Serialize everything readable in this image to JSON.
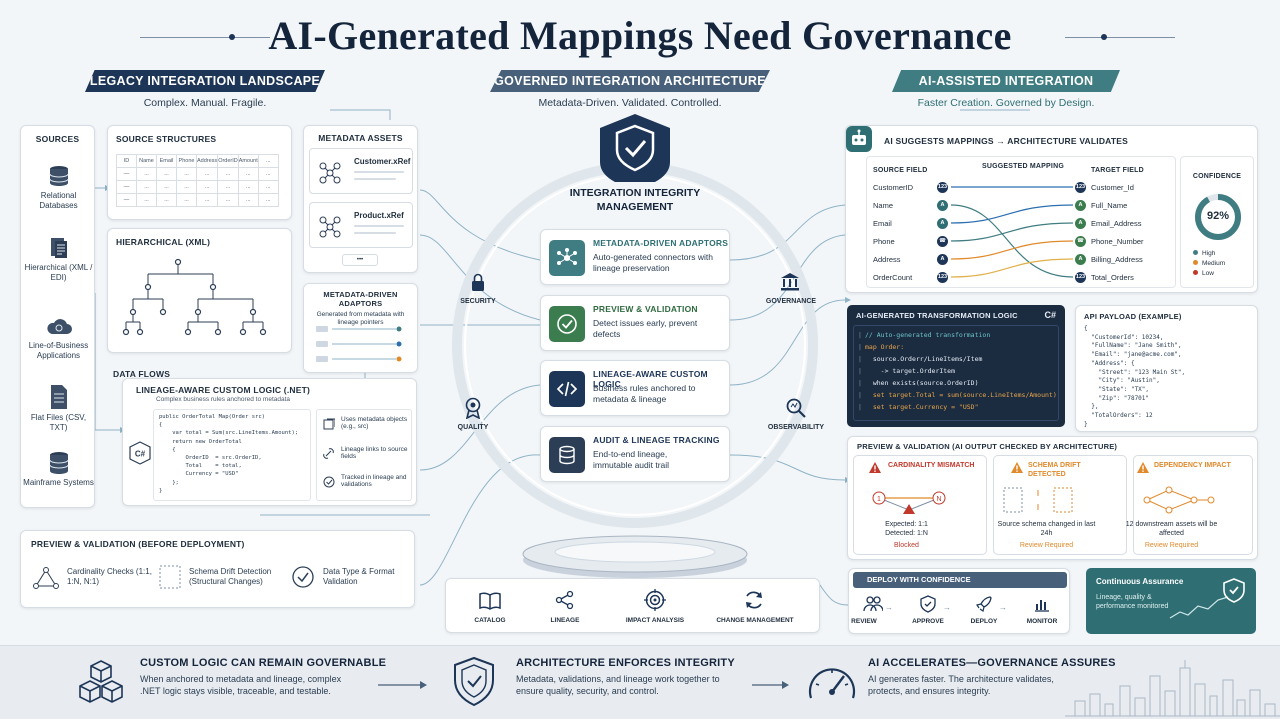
{
  "title": "AI-Generated Mappings Need Governance",
  "colors": {
    "navy": "#1d3557",
    "slate": "#48607a",
    "teal": "#3f7d82",
    "green": "#3b7d4f",
    "red": "#c0392b",
    "orange": "#e08a2c"
  },
  "left": {
    "heading": "LEGACY INTEGRATION LANDSCAPE",
    "subheading": "Complex. Manual. Fragile.",
    "sources": {
      "title": "SOURCES",
      "items": [
        {
          "label": "Relational Databases",
          "icon": "database-icon"
        },
        {
          "label": "Hierarchical (XML / EDI)",
          "icon": "document-icon"
        },
        {
          "label": "Line-of-Business Applications",
          "icon": "cloud-icon"
        },
        {
          "label": "Flat Files (CSV, TXT)",
          "icon": "file-icon"
        },
        {
          "label": "Mainframe Systems",
          "icon": "server-icon"
        }
      ]
    },
    "source_structures": {
      "title": "SOURCE STRUCTURES",
      "columns": [
        "ID",
        "Name",
        "Email",
        "Phone",
        "Address",
        "OrderID",
        "Amount",
        "..."
      ],
      "cell": "...",
      "dash": "—"
    },
    "hierarchical_title": "HIERARCHICAL (XML)",
    "metadata_assets": {
      "title": "METADATA ASSETS",
      "items": [
        "Customer.xRef",
        "Product.xRef"
      ],
      "more": "•••"
    },
    "metadata_adaptors": {
      "title": "METADATA-DRIVEN ADAPTORS",
      "desc": "Generated from metadata with lineage pointers"
    },
    "data_flows_title": "DATA FLOWS",
    "custom_logic": {
      "title": "LINEAGE-AWARE CUSTOM LOGIC (.NET)",
      "subtitle": "Complex business rules anchored to metadata",
      "lang": "C#",
      "code": [
        "public OrderTotal Map(Order src)",
        "{",
        "    var total = Sum(src.LineItems.Amount);",
        "    return new OrderTotal",
        "    {",
        "        OrderID  = src.OrderID,",
        "        Total    = total,",
        "        Currency = \"USD\"",
        "    };",
        "}"
      ],
      "notes": [
        "Uses metadata objects (e.g., src)",
        "Lineage links to source fields",
        "Tracked in lineage and validations"
      ]
    },
    "preview": {
      "title": "PREVIEW & VALIDATION (BEFORE DEPLOYMENT)",
      "items": [
        "Cardinality Checks (1:1, 1:N, N:1)",
        "Schema Drift Detection (Structural Changes)",
        "Data Type & Format Validation"
      ]
    }
  },
  "middle": {
    "heading": "GOVERNED INTEGRATION ARCHITECTURE",
    "subheading": "Metadata-Driven. Validated. Controlled.",
    "hub_title": "INTEGRATION INTEGRITY MANAGEMENT",
    "boxes": [
      {
        "title": "METADATA-DRIVEN ADAPTORS",
        "desc": "Auto-generated connectors with lineage preservation"
      },
      {
        "title": "PREVIEW & VALIDATION",
        "desc": "Detect issues early, prevent defects"
      },
      {
        "title": "LINEAGE-AWARE CUSTOM LOGIC",
        "desc": "Business rules anchored to metadata & lineage"
      },
      {
        "title": "AUDIT & LINEAGE TRACKING",
        "desc": "End-to-end lineage, immutable audit trail"
      }
    ],
    "side_labels": [
      "SECURITY",
      "GOVERNANCE",
      "QUALITY",
      "OBSERVABILITY"
    ],
    "bottom": [
      "CATALOG",
      "LINEAGE",
      "IMPACT ANALYSIS",
      "CHANGE MANAGEMENT"
    ]
  },
  "right": {
    "heading": "AI-ASSISTED INTEGRATION",
    "subheading": "Faster Creation. Governed by Design.",
    "suggest": {
      "title": "AI SUGGESTS MAPPINGS → ARCHITECTURE VALIDATES",
      "source_head": "SOURCE FIELD",
      "mapping_head": "SUGGESTED MAPPING",
      "target_head": "TARGET FIELD",
      "source_fields": [
        "CustomerID",
        "Name",
        "Email",
        "Phone",
        "Address",
        "OrderCount"
      ],
      "target_fields": [
        "Customer_Id",
        "Full_Name",
        "Email_Address",
        "Phone_Number",
        "Billing_Address",
        "Total_Orders"
      ],
      "types": [
        "123",
        "A",
        "A",
        "☎",
        "A",
        "123"
      ]
    },
    "confidence": {
      "title": "CONFIDENCE",
      "value": "92%",
      "value_pct": 92,
      "legend": [
        "High",
        "Medium",
        "Low"
      ]
    },
    "transform": {
      "title": "AI-GENERATED TRANSFORMATION LOGIC",
      "lang": "C#",
      "lines": [
        "// Auto-generated transformation",
        "map Order:",
        "  source.Orderr/LineItems/Item",
        "    -> target.OrderItem",
        "  when exists(source.OrderID)",
        "  set target.Total = sum(source.LineItems/Amount)",
        "  set target.Currency = \"USD\""
      ]
    },
    "payload": {
      "title": "API PAYLOAD (EXAMPLE)",
      "lines": [
        "{",
        "  \"CustomerId\": 10234,",
        "  \"FullName\": \"Jane Smith\",",
        "  \"Email\": \"jane@acme.com\",",
        "  \"Address\": {",
        "    \"Street\": \"123 Main St\",",
        "    \"City\": \"Austin\",",
        "    \"State\": \"TX\",",
        "    \"Zip\": \"78701\"",
        "  },",
        "  \"TotalOrders\": 12",
        "}"
      ]
    },
    "checks": {
      "title": "PREVIEW & VALIDATION (AI OUTPUT CHECKED BY ARCHITECTURE)",
      "items": [
        {
          "title": "CARDINALITY MISMATCH",
          "desc": "Expected: 1:1\nDetected: 1:N",
          "status": "Blocked",
          "left": "1",
          "right": "N"
        },
        {
          "title": "SCHEMA DRIFT DETECTED",
          "desc": "Source schema changed in last 24h",
          "status": "Review Required"
        },
        {
          "title": "DEPENDENCY IMPACT",
          "desc": "12 downstream assets will be affected",
          "status": "Review Required"
        }
      ]
    },
    "deploy": {
      "title": "DEPLOY WITH CONFIDENCE",
      "steps": [
        "REVIEW",
        "APPROVE",
        "DEPLOY",
        "MONITOR"
      ]
    },
    "assurance": {
      "title": "Continuous Assurance",
      "desc": "Lineage, quality & performance monitored"
    }
  },
  "footer": [
    {
      "title": "CUSTOM LOGIC CAN REMAIN GOVERNABLE",
      "desc": "When anchored to metadata and lineage, complex .NET logic stays visible, traceable, and testable."
    },
    {
      "title": "ARCHITECTURE ENFORCES INTEGRITY",
      "desc": "Metadata, validations, and lineage work together to ensure quality, security, and control."
    },
    {
      "title": "AI ACCELERATES—GOVERNANCE ASSURES",
      "desc": "AI generates faster. The architecture validates, protects, and ensures integrity."
    }
  ]
}
